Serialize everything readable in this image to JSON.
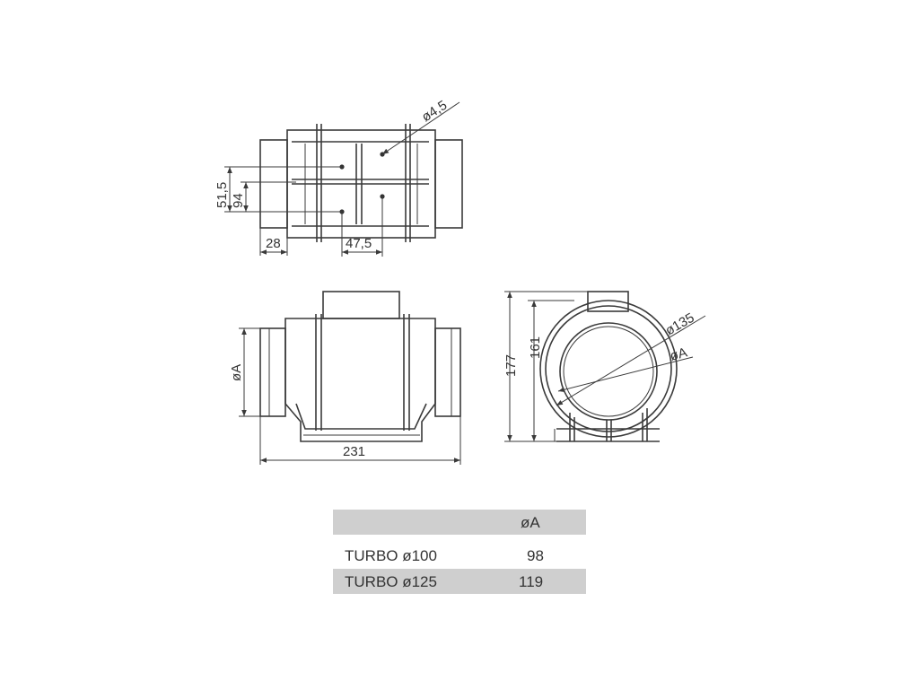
{
  "top_view": {
    "dim_hole": "ø4,5",
    "dim_51_5": "51,5",
    "dim_94": "94",
    "dim_28": "28",
    "dim_47_5": "47,5"
  },
  "side_view": {
    "dim_diameter": "øA",
    "dim_length": "231"
  },
  "front_view": {
    "dim_177": "177",
    "dim_161": "161",
    "dim_135": "ø135",
    "dim_diameter": "øA"
  },
  "table": {
    "header": "øA",
    "rows": [
      {
        "model": "TURBO ø100",
        "value": "98"
      },
      {
        "model": "TURBO ø125",
        "value": "119"
      }
    ]
  }
}
